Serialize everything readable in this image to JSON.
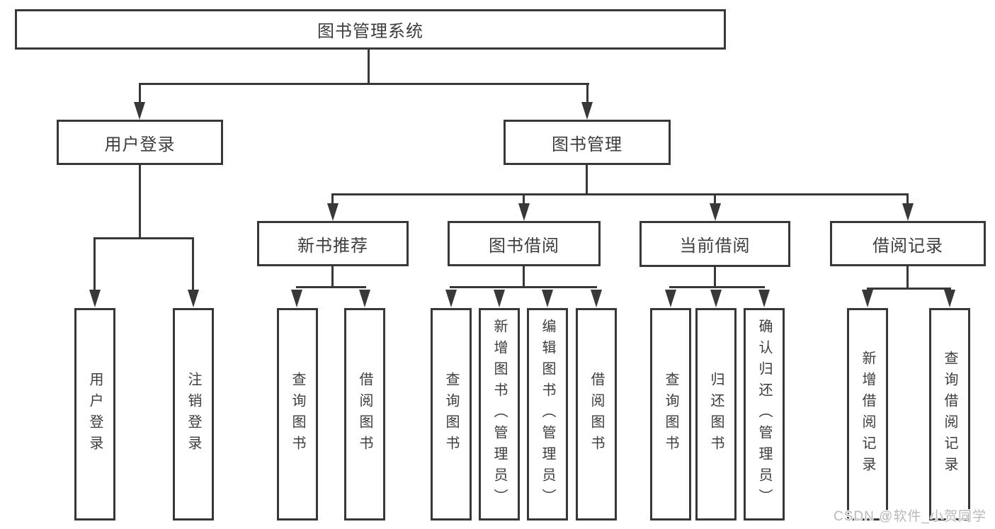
{
  "colors": {
    "line": "#383838",
    "text": "#3d3d3d",
    "background": "#ffffff",
    "watermark": "#b9b9b9"
  },
  "watermark": "CSDN @软件_小贺同学",
  "tree": {
    "root": {
      "label": "图书管理系统"
    },
    "children": [
      {
        "label": "用户登录",
        "children": [
          {
            "label": "用户登录"
          },
          {
            "label": "注销登录"
          }
        ]
      },
      {
        "label": "图书管理",
        "children": [
          {
            "label": "新书推荐",
            "children": [
              {
                "label": "查询图书"
              },
              {
                "label": "借阅图书"
              }
            ]
          },
          {
            "label": "图书借阅",
            "children": [
              {
                "label": "查询图书"
              },
              {
                "label": "新增图书（管理员）"
              },
              {
                "label": "编辑图书（管理员）"
              },
              {
                "label": "借阅图书"
              }
            ]
          },
          {
            "label": "当前借阅",
            "children": [
              {
                "label": "查询图书"
              },
              {
                "label": "归还图书"
              },
              {
                "label": "确认归还（管理员）"
              }
            ]
          },
          {
            "label": "借阅记录",
            "children": [
              {
                "label": "新增借阅记录"
              },
              {
                "label": "查询借阅记录"
              }
            ]
          }
        ]
      }
    ]
  }
}
